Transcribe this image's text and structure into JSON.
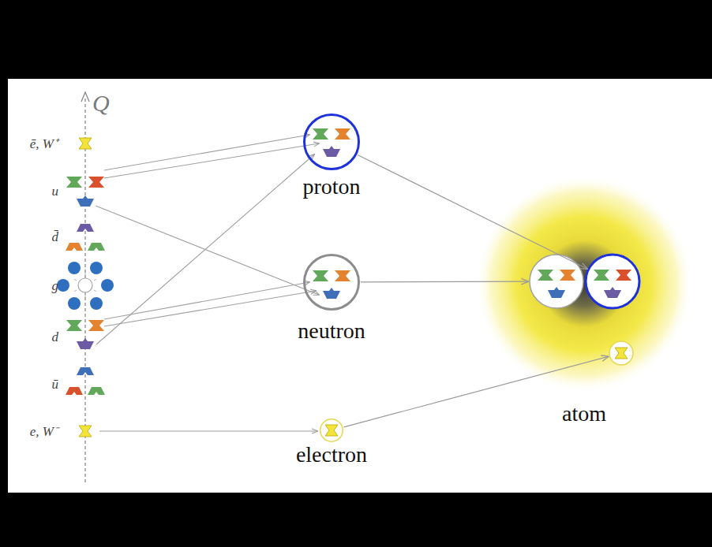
{
  "diagram": {
    "nodes": [
      {
        "text": [
          "proton"
        ]
      },
      {
        "text": [
          "neutron"
        ]
      },
      {
        "text": [
          "electron"
        ]
      },
      {
        "text": [
          "atom"
        ]
      }
    ],
    "edges": [
      {
        "from": 0,
        "to": 3,
        "arrow": "to"
      },
      {
        "from": 1,
        "to": 3,
        "arrow": "to"
      },
      {
        "from": 2,
        "to": 3,
        "arrow": "to"
      }
    ],
    "labels": [
      "Q",
      "ē, W⁺",
      "u",
      "d̄",
      "g",
      "d",
      "ū",
      "e, W⁻"
    ]
  }
}
